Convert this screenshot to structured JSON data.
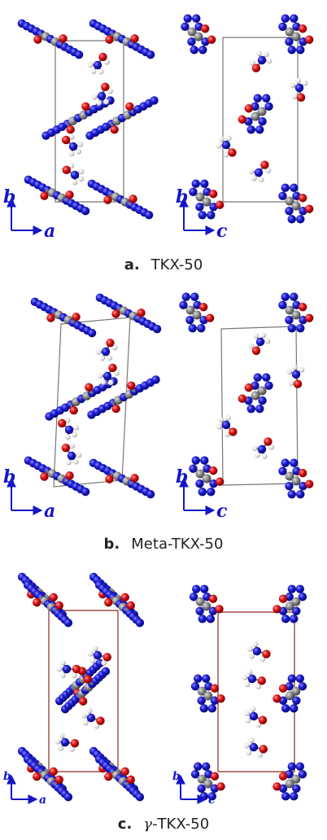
{
  "panels": [
    {
      "letter": "a.",
      "name": "TKX-50",
      "prefix": "",
      "frame_color": "#777777",
      "left_axes": {
        "vertical": "b",
        "horizontal": "a"
      },
      "right_axes": {
        "vertical": "b",
        "horizontal": "c"
      }
    },
    {
      "letter": "b.",
      "name": "Meta-TKX-50",
      "prefix": "",
      "frame_color": "#777777",
      "left_axes": {
        "vertical": "b",
        "horizontal": "a"
      },
      "right_axes": {
        "vertical": "b",
        "horizontal": "c"
      }
    },
    {
      "letter": "c.",
      "name": "-TKX-50",
      "prefix": "γ",
      "frame_color": "#8a2c22",
      "left_axes": {
        "vertical": "b",
        "horizontal": "a"
      },
      "right_axes": {
        "vertical": "b",
        "horizontal": "c"
      }
    }
  ],
  "colors": {
    "nitrogen": "#1a1ad2",
    "carbon": "#8a8a8a",
    "oxygen": "#dd1111",
    "hydrogen": "#e8e8e8",
    "axis": "#1515c8"
  }
}
